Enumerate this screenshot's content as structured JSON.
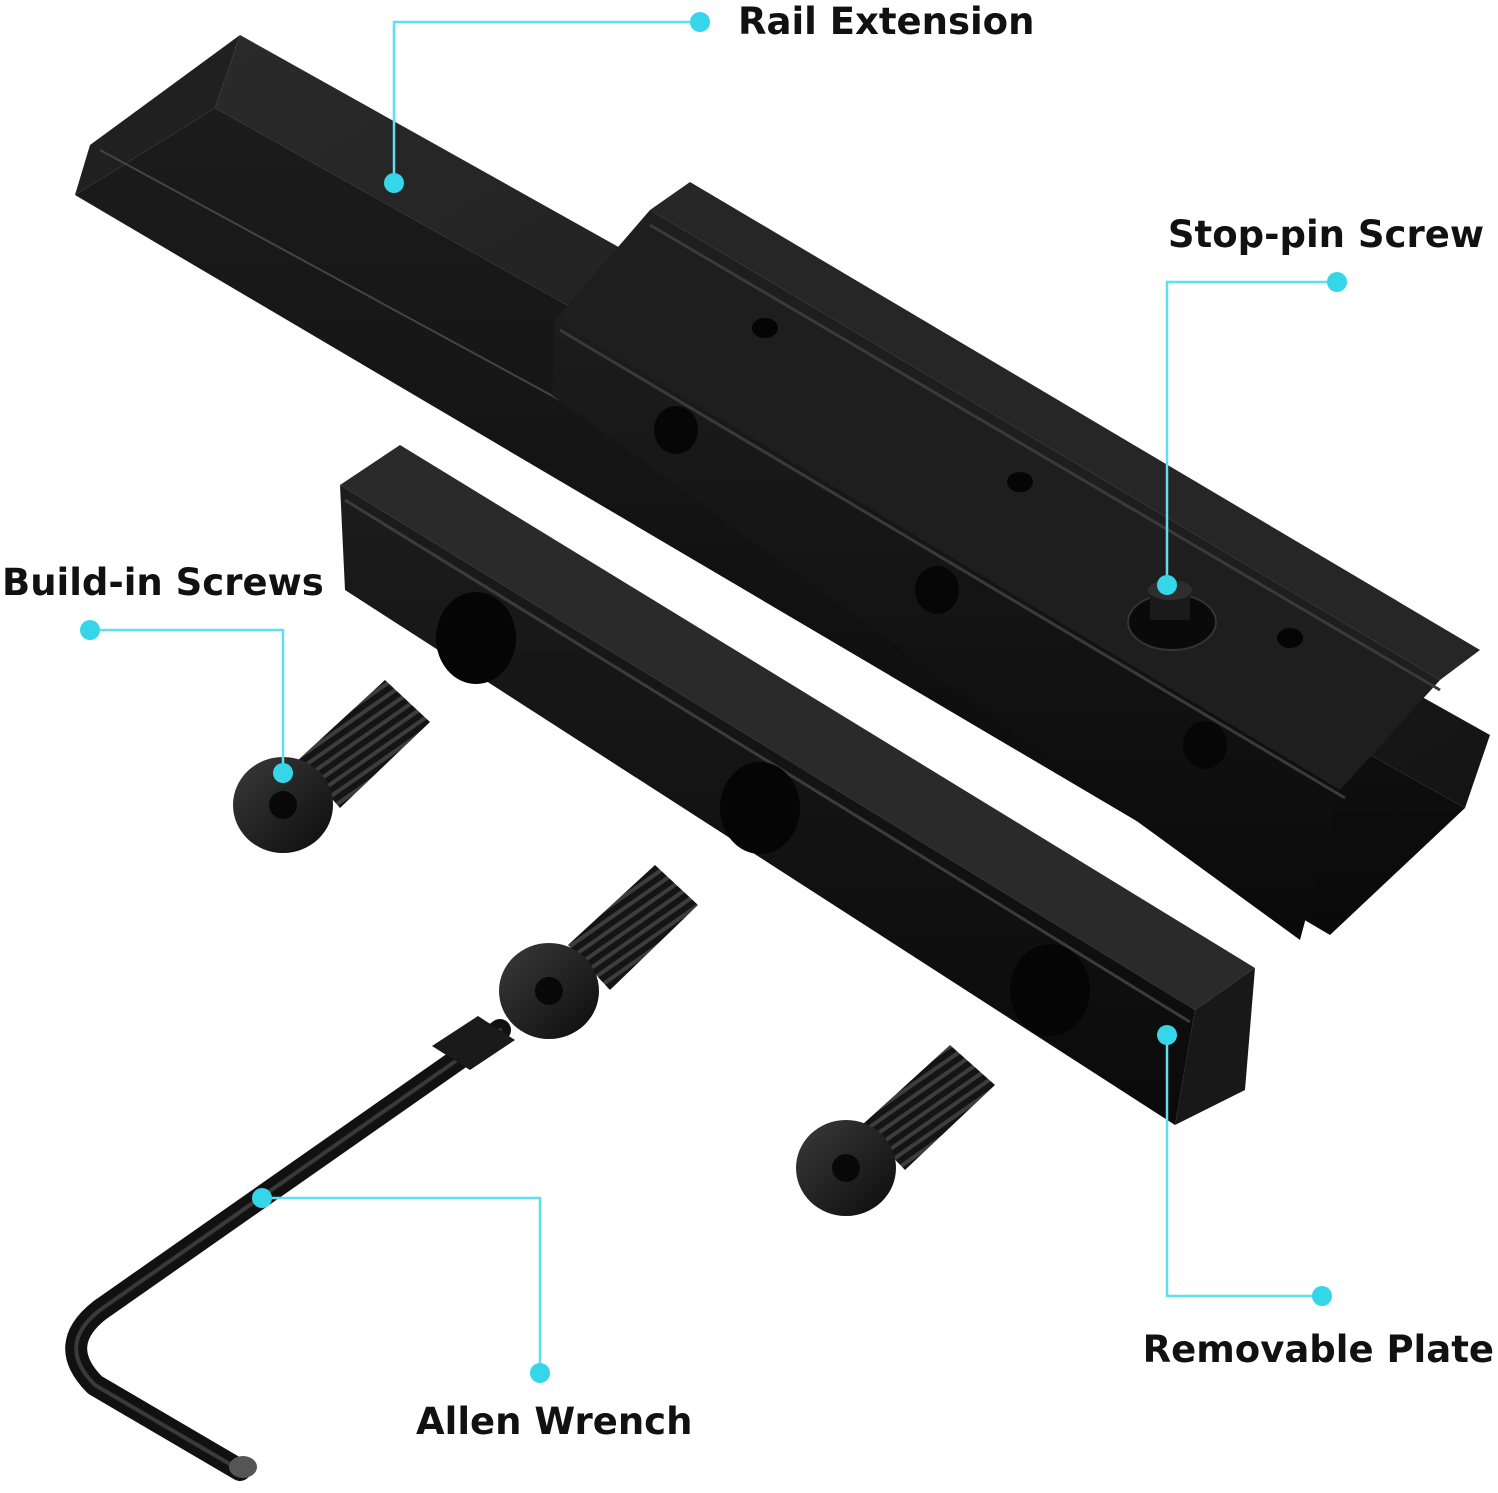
{
  "colors": {
    "accent": "#35d6ea",
    "metal_dark": "#161616",
    "background": "#ffffff"
  },
  "labels": {
    "rail_extension": "Rail Extension",
    "stop_pin_screw": "Stop-pin Screw",
    "build_in_screws": "Build-in Screws",
    "allen_wrench": "Allen Wrench",
    "removable_plate": "Removable Plate"
  }
}
